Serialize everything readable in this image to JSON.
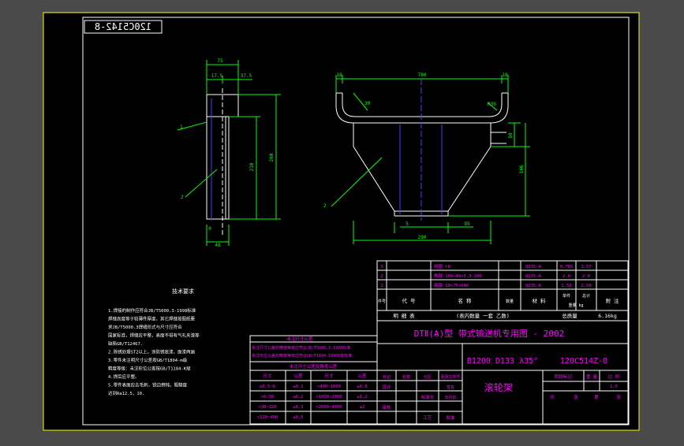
{
  "sheet": {
    "stamp": "120C5142-8",
    "background_color": "#4a4a4a",
    "paper_color": "#000000",
    "border_color": "#ffff00",
    "line_color": "#ffffff",
    "dim_color": "#00ff00",
    "center_color": "#4040ff",
    "text_color": "#ff00ff"
  },
  "side_view": {
    "dim_top": "75",
    "dim_left": "17.5",
    "dim_right": "37.5",
    "dim_height_outer": "260",
    "dim_height_inner": "210",
    "dim_bottom": "48",
    "dim_small": "0",
    "leader_1": "1",
    "leader_2": "2"
  },
  "front_view": {
    "dim_top": "780",
    "dim_left_end": "18",
    "dim_right_end": "18",
    "dim_radius_left": "30",
    "dim_radius_right": "R30",
    "dim_side": "50",
    "dim_height": "146",
    "dim_bottom_left": "5",
    "dim_bottom_right": "95",
    "dim_base": "290",
    "leader_2": "2"
  },
  "notes": {
    "title": "技术要求",
    "lines": [
      "1.焊接的制作应符合JB/T5000.3-1998标准",
      "焊缝高度等于较薄件厚度，其它焊缝按图纸要",
      "求JB/T5000.3焊缝形式与尺寸应符合",
      "国家标准，焊缝应平整，表面不得有气孔夹渣等",
      "缺陷GB/T12467.",
      "2.除锈处理ST2以上。涂防锈底漆，面漆两遍",
      "3.零件未注明尺寸公差按GB/T1804-m级",
      "精度等级：未注形位公差按GB/T1184-K级",
      "4.焊后应平整。",
      "5.零件表面应去毛刺，锐边倒钝，粗糙度",
      "达到Ra12.5，10."
    ]
  },
  "bom": {
    "rows": [
      {
        "no": "3",
        "code": "",
        "name": "挡圈 t8",
        "qty": "",
        "material": "Q235-A",
        "unit_weight": "0.785",
        "total_weight": "1.57",
        "note": ""
      },
      {
        "no": "2",
        "code": "",
        "name": "角钢 100×48×5.3-200",
        "qty": "",
        "material": "Q235-A",
        "unit_weight": "2.0",
        "total_weight": "2.0",
        "note": ""
      },
      {
        "no": "1",
        "code": "",
        "name": "扁钢 10×75×640",
        "qty": "",
        "material": "Q235-A",
        "unit_weight": "2.59",
        "total_weight": "2.59",
        "note": ""
      }
    ],
    "header": {
      "no": "件号",
      "code": "代 号",
      "name": "名 称",
      "qty": "数量",
      "material": "材 料",
      "unit_weight": "单件",
      "total_weight": "总计",
      "weight_unit": "重量 kg",
      "note": "附 注"
    },
    "detail_row": {
      "label": "明 细 表",
      "paren": "(表内数量 一套 乙数)",
      "weight_label": "总质量",
      "weight_value": "6.16kg"
    }
  },
  "title_block": {
    "header": "DTⅡ(A)型 带式输送机专用图 - 2002",
    "spec": "B1200 D133 λ35°",
    "drawing_no": "120C514Z-8",
    "part_name": "滚轮架",
    "stage_label": "阶段标记",
    "weight_label": "重 量",
    "scale_label": "比 例",
    "scale": "1:5",
    "sheet_label": "共",
    "sheet_of": "张",
    "sheet_page": "第",
    "sheet_page_unit": "张",
    "grid_labels": [
      "标记",
      "处数",
      "分区",
      "更改文件号",
      "签名",
      "年月日"
    ],
    "roles": [
      "设计",
      "标准化",
      "审核",
      "工艺",
      "批准"
    ]
  },
  "tolerance_table": {
    "title": "未注尺寸公差",
    "line_a": "未注尺寸公差的精度等级应符合JB/T5000.3-1998标准",
    "line_b": "未注形位公差的精度等级应符合GB/T1184-1996K级标准",
    "subtitle": "未注尺寸公差及角度公差",
    "headers": [
      "尺寸",
      "公差",
      "尺寸",
      "公差"
    ],
    "rows": [
      [
        "≥0.5~6",
        "±0.1",
        ">400~1000",
        "±0.8"
      ],
      [
        ">6~30",
        "±0.2",
        ">1000~2000",
        "±1.2"
      ],
      [
        ">30~120",
        "±0.3",
        ">2000~4000",
        "±2"
      ],
      [
        ">120~400",
        "±0.5",
        "",
        ""
      ]
    ]
  }
}
